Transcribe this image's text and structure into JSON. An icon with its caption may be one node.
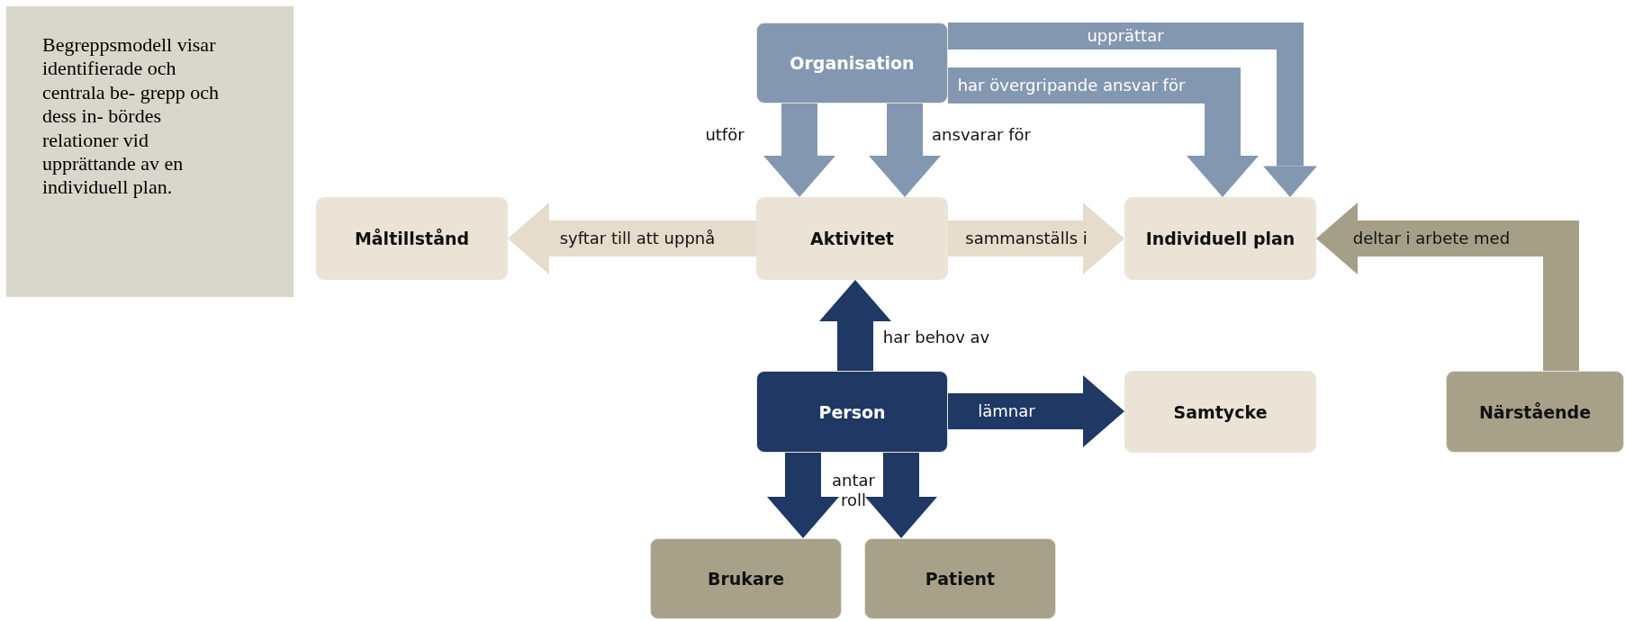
{
  "diagram": {
    "nodes": [
      {
        "text": [
          "Organisation"
        ]
      },
      {
        "text": [
          "Måltillstånd"
        ]
      },
      {
        "text": [
          "Aktivitet"
        ]
      },
      {
        "text": [
          "Individuell plan"
        ]
      },
      {
        "text": [
          "Person"
        ]
      },
      {
        "text": [
          "Samtycke"
        ]
      },
      {
        "text": [
          "Närstående"
        ]
      },
      {
        "text": [
          "Brukare"
        ]
      },
      {
        "text": [
          "Patient"
        ]
      }
    ],
    "edges": [
      {
        "from": 0,
        "to": 2,
        "arrow": "to",
        "label": "utför",
        "color": "#8497b0"
      },
      {
        "from": 0,
        "to": 2,
        "arrow": "to",
        "label": "ansvarar för",
        "color": "#8497b0"
      },
      {
        "from": 0,
        "to": 3,
        "arrow": "to",
        "label": "har övergripande ansvar för",
        "color": "#8497b0"
      },
      {
        "from": 0,
        "to": 3,
        "arrow": "to",
        "label": "upprättar",
        "color": "#8497b0"
      },
      {
        "from": 2,
        "to": 1,
        "arrow": "to",
        "label": "syftar till att uppnå",
        "color": "#e6dccb"
      },
      {
        "from": 2,
        "to": 3,
        "arrow": "to",
        "label": "sammanställs i",
        "color": "#e6dccb"
      },
      {
        "from": 4,
        "to": 2,
        "arrow": "to",
        "label": "har behov av",
        "color": "#1f3864"
      },
      {
        "from": 4,
        "to": 5,
        "arrow": "to",
        "label": "lämnar",
        "color": "#1f3864"
      },
      {
        "from": 4,
        "to": 7,
        "arrow": "to",
        "label": "antar roll",
        "color": "#1f3864"
      },
      {
        "from": 4,
        "to": 8,
        "arrow": "to",
        "color": "#1f3864"
      },
      {
        "from": 6,
        "to": 3,
        "arrow": "to",
        "label": "deltar i arbete med",
        "color": "#a69f88"
      }
    ],
    "labels": [
      "Begreppsmodell visar identifierade och centrala be- grepp och dess in- bördes relationer vid upprättande av en individuell plan."
    ]
  }
}
